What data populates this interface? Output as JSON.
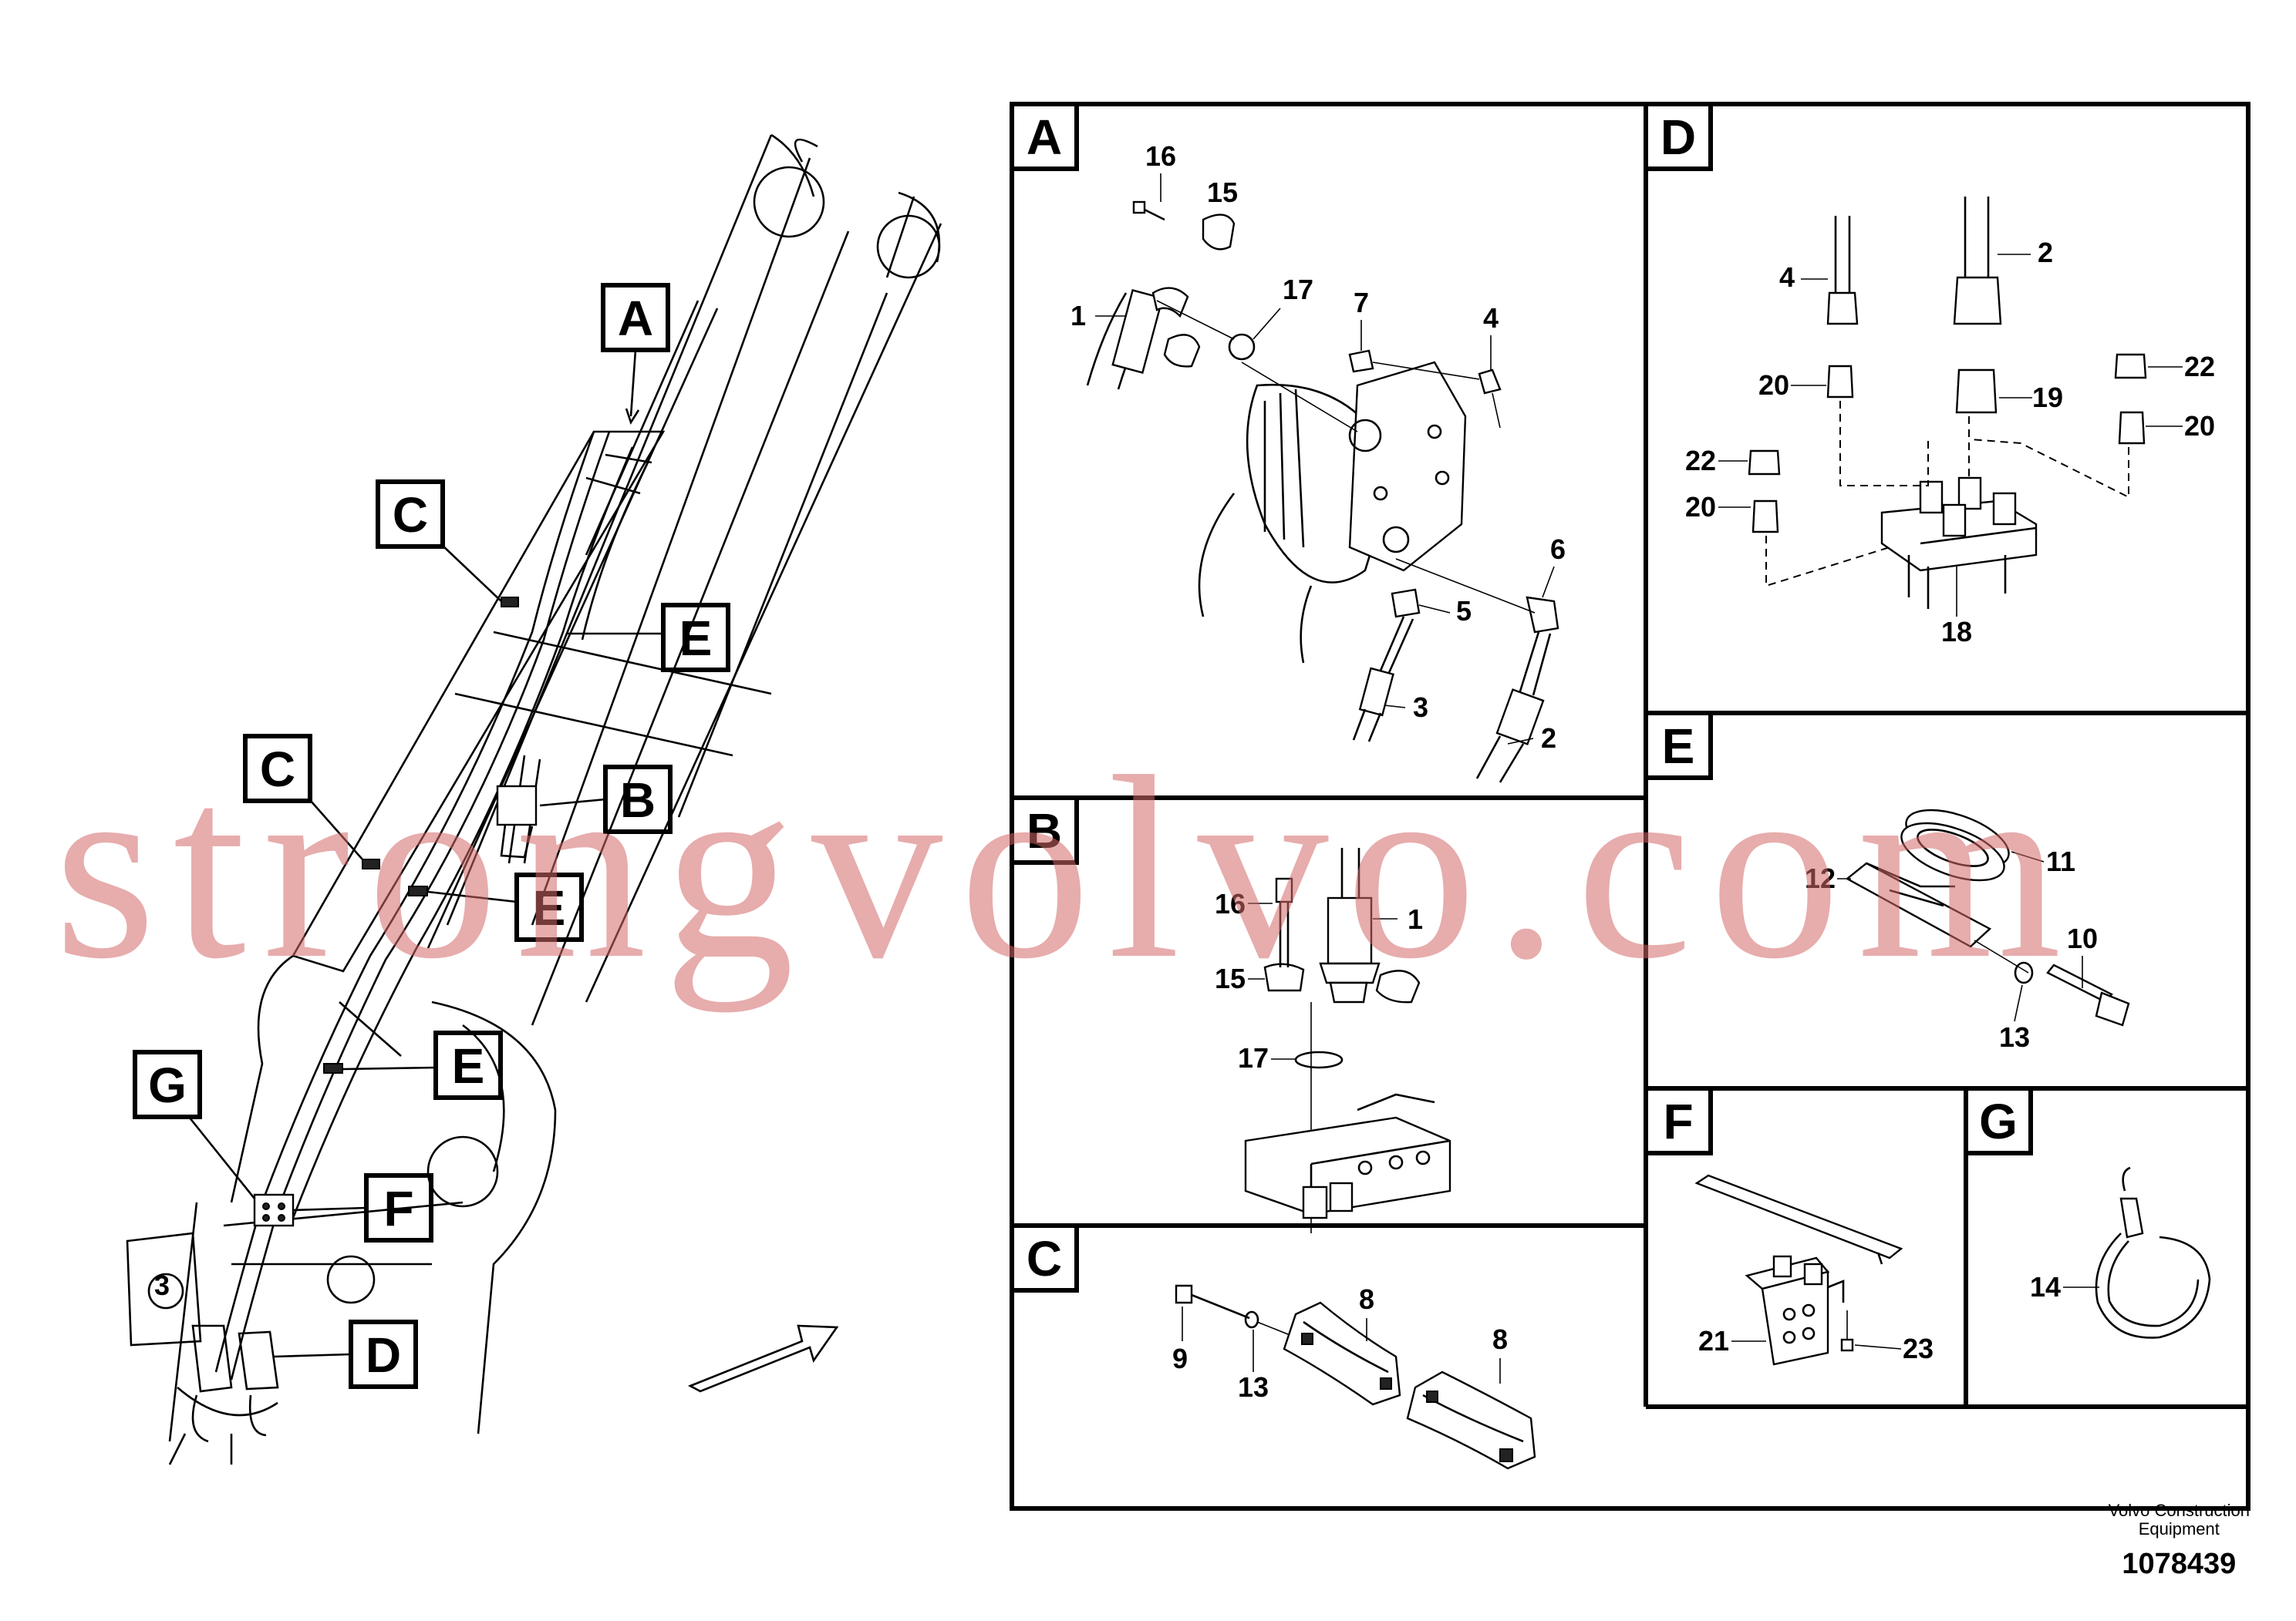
{
  "overview": {
    "tags": [
      "A",
      "C",
      "E",
      "B",
      "C",
      "E",
      "G",
      "E",
      "F",
      "D"
    ],
    "callout": "3"
  },
  "panels": {
    "A": {
      "letter": "A",
      "callouts": [
        "16",
        "15",
        "17",
        "1",
        "7",
        "4",
        "6",
        "5",
        "3",
        "2"
      ]
    },
    "D": {
      "letter": "D",
      "callouts": [
        "4",
        "2",
        "20",
        "19",
        "22",
        "20",
        "22",
        "20",
        "18"
      ]
    },
    "B": {
      "letter": "B",
      "callouts": [
        "16",
        "1",
        "15",
        "17"
      ]
    },
    "E": {
      "letter": "E",
      "callouts": [
        "12",
        "11",
        "10",
        "13"
      ]
    },
    "C": {
      "letter": "C",
      "callouts": [
        "8",
        "8",
        "9",
        "13"
      ]
    },
    "F": {
      "letter": "F",
      "callouts": [
        "21",
        "23"
      ]
    },
    "G": {
      "letter": "G",
      "callouts": [
        "14"
      ]
    }
  },
  "footer": {
    "brand_line1": "Volvo Construction",
    "brand_line2": "Equipment",
    "doc_number": "1078439"
  },
  "watermark": "strongvolvo.com"
}
